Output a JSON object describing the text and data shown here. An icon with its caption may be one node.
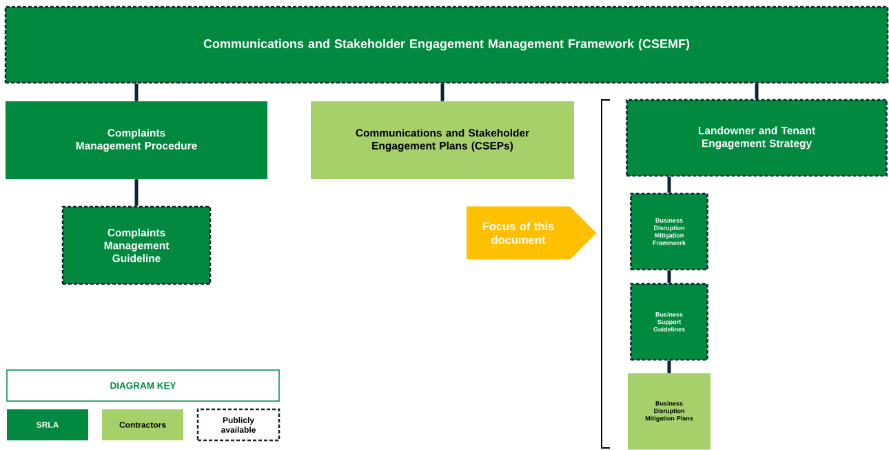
{
  "diagram": {
    "nodes": [
      {
        "text": [
          "Communications and Stakeholder Engagement Management Framework (CSEMF)"
        ]
      },
      {
        "text": [
          "Complaints Management Procedure"
        ]
      },
      {
        "text": [
          "Communications and Stakeholder Engagement Plans (CSEPs)"
        ]
      },
      {
        "text": [
          "Landowner and Tenant Engagement Strategy"
        ]
      },
      {
        "text": [
          "Complaints Management Guideline"
        ]
      },
      {
        "text": [
          "Focus of this document"
        ]
      },
      {
        "text": [
          "Business Disruption Mitigation Framework"
        ]
      },
      {
        "text": [
          "Business Support Guidelines"
        ]
      },
      {
        "text": [
          "Business Disruption Mitigation Plans"
        ]
      }
    ],
    "edges": [
      {
        "from": 0,
        "to": 1,
        "arrow": "none"
      },
      {
        "from": 0,
        "to": 2,
        "arrow": "none"
      },
      {
        "from": 0,
        "to": 3,
        "arrow": "none"
      },
      {
        "from": 1,
        "to": 4,
        "arrow": "none"
      },
      {
        "from": 3,
        "to": 6,
        "arrow": "none"
      },
      {
        "from": 6,
        "to": 7,
        "arrow": "none"
      },
      {
        "from": 7,
        "to": 8,
        "arrow": "none"
      }
    ],
    "labels": [
      "DIAGRAM KEY"
    ],
    "legend": [
      {
        "text": "SRLA",
        "color": "#00893f"
      },
      {
        "text": "Contractors",
        "color": "#a6d16a"
      },
      {
        "text": "Publicly available"
      }
    ]
  }
}
